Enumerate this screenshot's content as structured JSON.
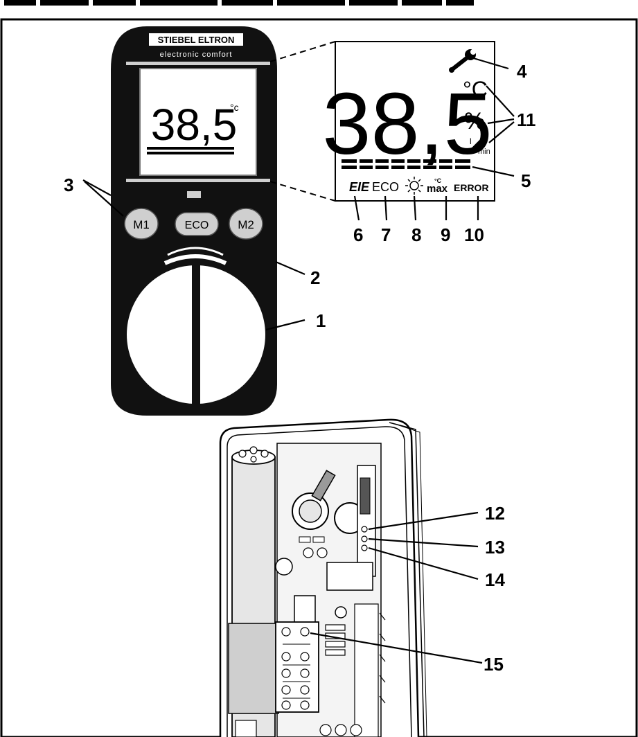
{
  "header_text": "…",
  "brand": {
    "name": "STIEBEL ELTRON",
    "tagline": "electronic comfort"
  },
  "display": {
    "temperature": "38,5",
    "unit_celsius": "°C",
    "unit_percent": "%",
    "unit_flow_l": "l",
    "unit_flow_min": "min",
    "eco": "ECO",
    "max_degree": "°C",
    "max": "max",
    "error": "ERROR",
    "e_icon": "EIE"
  },
  "small_display": {
    "temperature": "38,5",
    "unit": "°c"
  },
  "buttons": {
    "m1": "M1",
    "eco": "ECO",
    "m2": "M2"
  },
  "icons": {
    "wrench": "wrench-icon",
    "sun": "sun-icon"
  },
  "callouts": {
    "c1": "1",
    "c2": "2",
    "c3": "3",
    "c4": "4",
    "c5": "5",
    "c6": "6",
    "c7": "7",
    "c8": "8",
    "c9": "9",
    "c10": "10",
    "c11": "11",
    "c12": "12",
    "c13": "13",
    "c14": "14",
    "c15": "15"
  },
  "colors": {
    "panel": "#111111",
    "button_fill": "#cfcfcf",
    "lcd_fill": "#ffffff",
    "line": "#000000"
  }
}
